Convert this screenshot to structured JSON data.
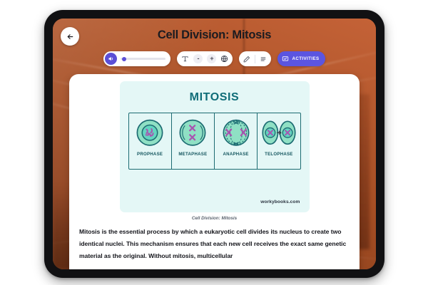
{
  "header": {
    "title": "Cell Division: Mitosis",
    "back_icon": "arrow-left-icon"
  },
  "toolbar": {
    "audio": {
      "speaker_icon": "speaker-on-icon",
      "progress_percent": 3
    },
    "text_tools": {
      "text_icon": "text-format-icon",
      "decrease_label": "-",
      "increase_label": "+",
      "translate_icon": "globe-icon"
    },
    "annotate": {
      "pen_icon": "pencil-icon",
      "list_icon": "list-lines-icon"
    },
    "activities": {
      "label": "ACTIVITIES",
      "icon": "monitor-check-icon",
      "color": "#5b55e0"
    }
  },
  "illustration": {
    "title": "MITOSIS",
    "background_color": "#e4f7f6",
    "title_color": "#0f6d78",
    "cell_color": "#8fe0c4",
    "chromosome_color": "#a855b0",
    "phases": [
      {
        "label": "PROPHASE"
      },
      {
        "label": "METAPHASE"
      },
      {
        "label": "ANAPHASE"
      },
      {
        "label": "TELOPHASE"
      }
    ],
    "watermark": "workybooks.com"
  },
  "caption": "Cell Division: Mitosis",
  "body": {
    "paragraph": "Mitosis is the essential process by which a eukaryotic cell divides its nucleus to create two identical nuclei. This mechanism ensures that each new cell receives the exact same genetic material as the original. Without mitosis, multicellular"
  }
}
